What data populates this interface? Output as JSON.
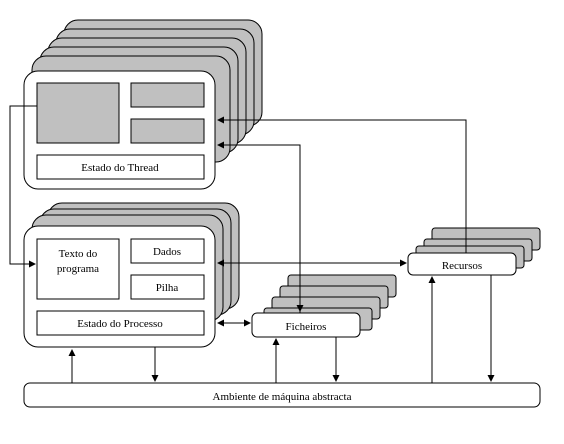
{
  "diagram": {
    "colors": {
      "stack": "#c0c0c0",
      "box": "#ffffff",
      "block": "#c0c0c0",
      "line": "#000000"
    },
    "thread_label": "Estado do Thread",
    "process": {
      "text_label_line1": "Texto do",
      "text_label_line2": "programa",
      "data_label": "Dados",
      "stack_label": "Pilha",
      "state_label": "Estado do Processo"
    },
    "files_label": "Ficheiros",
    "resources_label": "Recursos",
    "ambient_label": "Ambiente de máquina abstracta"
  }
}
